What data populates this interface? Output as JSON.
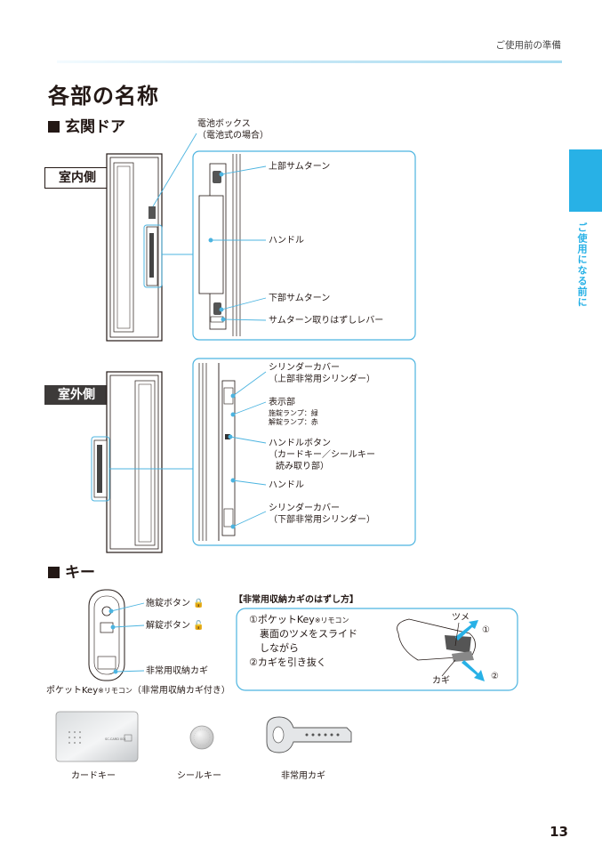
{
  "header": {
    "section": "ご使用前の準備"
  },
  "page_title": "各部の名称",
  "side_tab": {
    "label": "ご使用になる前に"
  },
  "door_section": {
    "title": "玄関ドア",
    "battery_box": [
      "電池ボックス",
      "（電池式の場合）"
    ],
    "inside": {
      "tag": "室内側",
      "labels": {
        "upper_thumb": "上部サムターン",
        "handle": "ハンドル",
        "lower_thumb": "下部サムターン",
        "release_lever": "サムターン取りはずしレバー"
      }
    },
    "outside": {
      "tag": "室外側",
      "cover_upper": [
        "シリンダーカバー",
        "（上部非常用シリンダー）"
      ],
      "display": "表示部",
      "lock_lamp": "施錠ランプ：緑",
      "unlock_lamp": "解錠ランプ：赤",
      "handle_button": [
        "ハンドルボタン",
        "（カードキー／シールキー",
        "読み取り部）"
      ],
      "handle": "ハンドル",
      "cover_lower": [
        "シリンダーカバー",
        "（下部非常用シリンダー）"
      ]
    }
  },
  "key_section": {
    "title": "キー",
    "lock_button": "施錠ボタン",
    "unlock_button": "解錠ボタン",
    "emergency_key_storage": "非常用収納カギ",
    "pocket_key_caption": {
      "main": "ポケットKey",
      "small": "※リモコン",
      "suffix": "（非常用収納カギ付き）"
    },
    "removal": {
      "title": "【非常用収納カギのはずし方】",
      "step1_a": "①ポケットKey",
      "step1_small": "※リモコン",
      "step1_b": "裏面のツメをスライド",
      "step1_c": "しながら",
      "step2": "②カギを引き抜く",
      "tab_label": "ツメ",
      "key_label": "カギ",
      "num1": "①",
      "num2": "②"
    },
    "card_key": "カードキー",
    "card_text": "SC-CARD 001",
    "seal_key": "シールキー",
    "emergency_key": "非常用カギ"
  },
  "page_number": "13",
  "colors": {
    "accent": "#28b1e6",
    "callout": "#4cb4e0",
    "text": "#231815"
  }
}
